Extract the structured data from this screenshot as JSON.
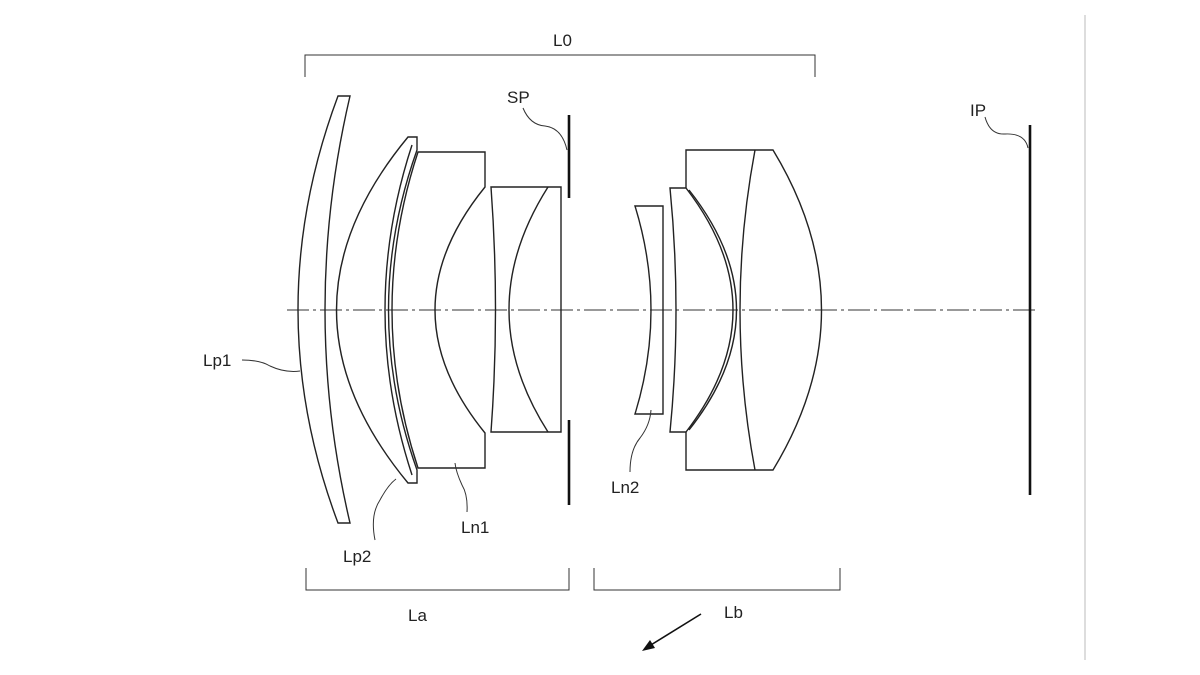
{
  "labels": {
    "overall": "L0",
    "stop": "SP",
    "image_plane": "IP",
    "lens_p1": "Lp1",
    "lens_p2": "Lp2",
    "lens_n1": "Ln1",
    "lens_n2": "Ln2",
    "group_a": "La",
    "group_b": "Lb"
  }
}
